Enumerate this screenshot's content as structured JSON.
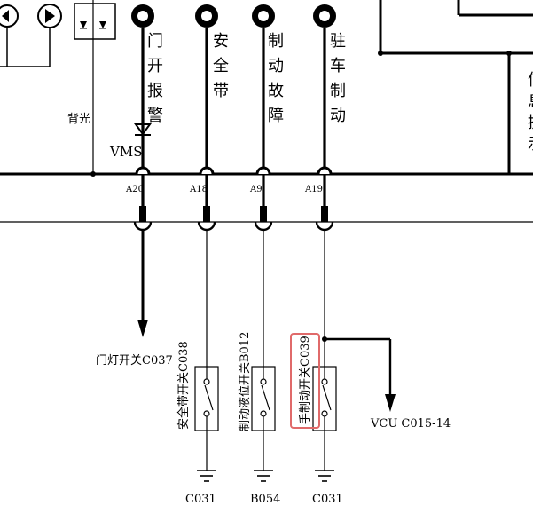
{
  "labels": {
    "backlight": "背光",
    "vms": "VMS",
    "vertical_right": "信息提示",
    "door_alarm": [
      "门",
      "开",
      "报",
      "警"
    ],
    "seatbelt": [
      "安",
      "全",
      "带"
    ],
    "brake_fault": [
      "制",
      "动",
      "故",
      "障"
    ],
    "parking_brake": [
      "驻",
      "车",
      "制",
      "动"
    ]
  },
  "pins": {
    "a20": "A20",
    "a18": "A18",
    "a9": "A9",
    "a19": "A19"
  },
  "connectors": {
    "door_switch": "门灯开关C037",
    "seatbelt_switch": "安全带开关C038",
    "brake_level_switch": "制动液位开关B012",
    "handbrake_switch": "手制动开关C039",
    "vcu": "VCU C015-14"
  },
  "grounds": {
    "g1": "C031",
    "g2": "B054",
    "g3": "C031"
  },
  "colors": {
    "line": "#000000",
    "highlight": "#e06a6a"
  }
}
